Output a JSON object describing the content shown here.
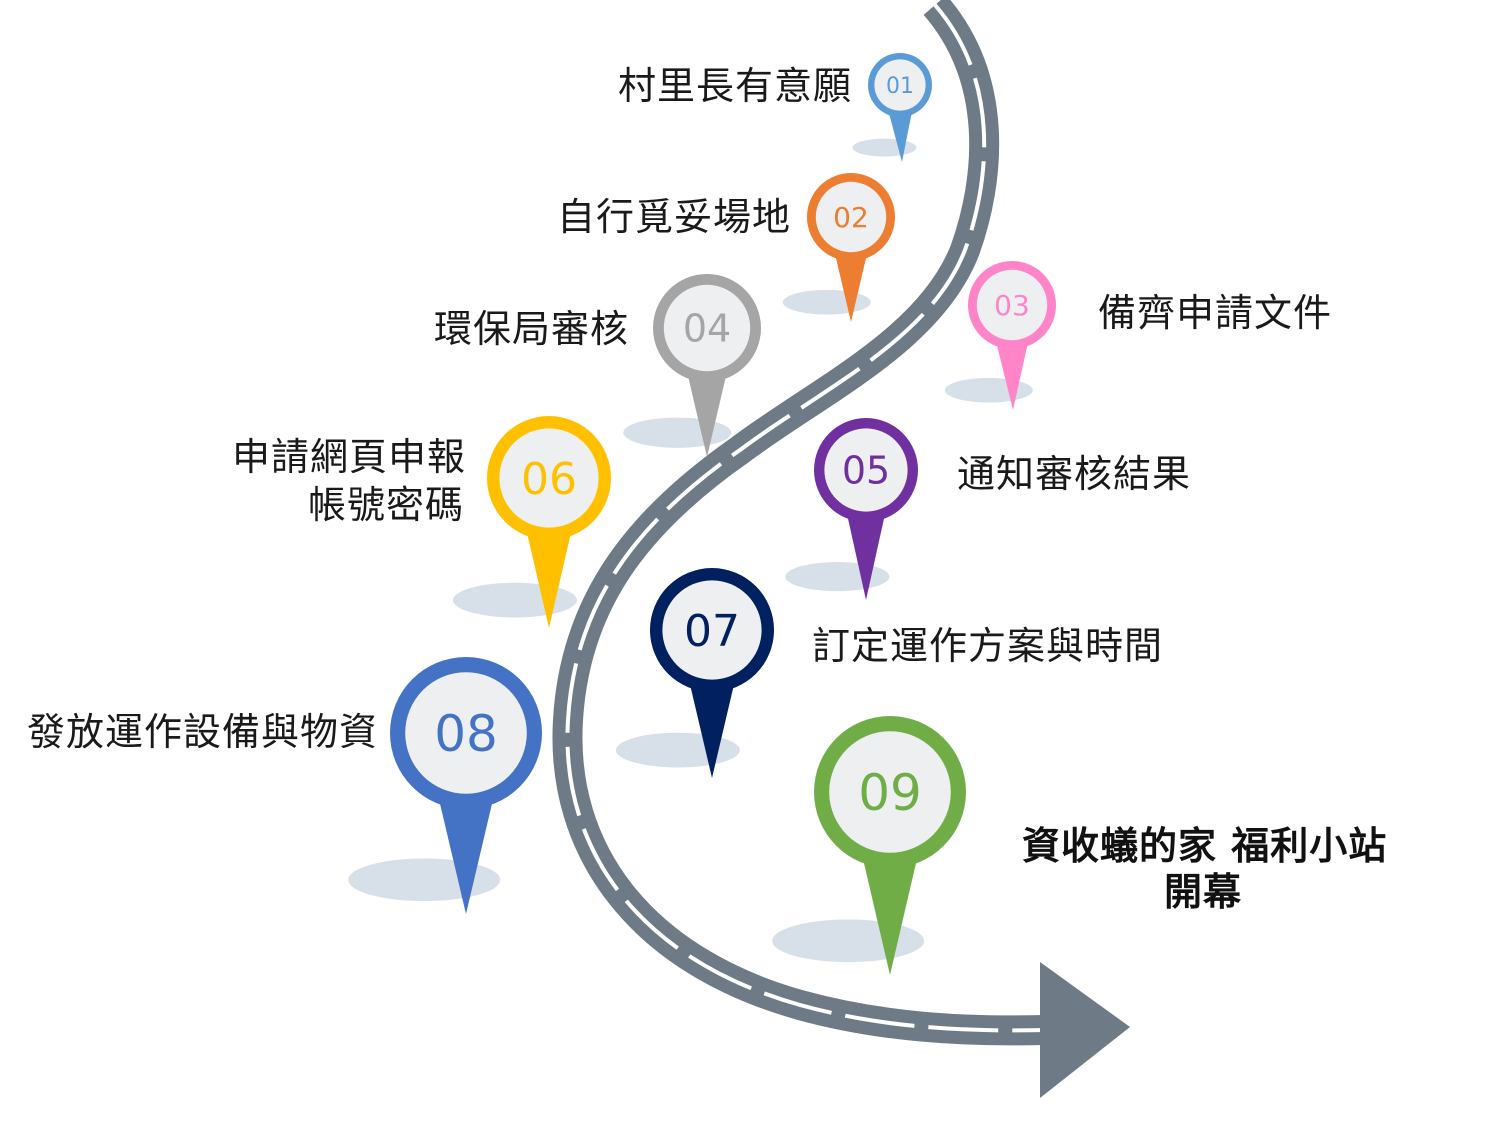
{
  "steps": [
    {
      "number": "01",
      "label": "村里長有意願",
      "color": "#5B9BD5"
    },
    {
      "number": "02",
      "label": "自行覓妥場地",
      "color": "#ED7D31"
    },
    {
      "number": "03",
      "label": "備齊申請文件",
      "color": "#FF85C8"
    },
    {
      "number": "04",
      "label": "環保局審核",
      "color": "#A5A5A5"
    },
    {
      "number": "05",
      "label": "通知審核結果",
      "color": "#7030A0"
    },
    {
      "number": "06",
      "label_line1": "申請網頁申報",
      "label_line2": "帳號密碼",
      "color": "#FFC000"
    },
    {
      "number": "07",
      "label": "訂定運作方案與時間",
      "color": "#002060"
    },
    {
      "number": "08",
      "label": "發放運作設備與物資",
      "color": "#4472C4"
    },
    {
      "number": "09",
      "label_line1": "資收蟻的家 福利小站",
      "label_line2": "開幕",
      "color": "#70AD47"
    }
  ],
  "colors": {
    "road": "#6E7B86",
    "road_marking": "#ffffff",
    "pin_inner": "#EEEFF1",
    "shadow": "#D3DBE5"
  }
}
